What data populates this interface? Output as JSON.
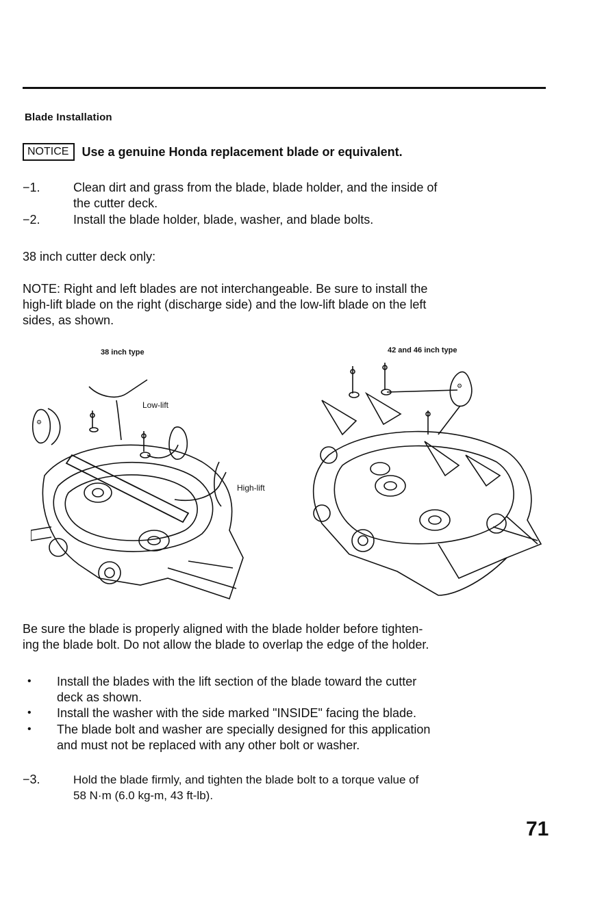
{
  "section": {
    "title": "Blade Installation"
  },
  "notice": {
    "box_label": "NOTICE",
    "text": "Use a genuine Honda replacement blade or equivalent."
  },
  "steps_top": [
    {
      "num": "−1.",
      "line1": "Clean dirt and grass from the blade, blade holder, and the inside of",
      "line2": "the cutter deck."
    },
    {
      "num": "−2.",
      "line1": "Install the blade holder, blade, washer, and blade bolts."
    }
  ],
  "deck_only": "38 inch cutter deck only:",
  "note": {
    "lines": [
      "NOTE:  Right and left blades are not interchangeable. Be sure to install the",
      "high-lift blade on the right (discharge side) and the low-lift blade on the left",
      "sides, as shown."
    ]
  },
  "figure": {
    "left_caption": "38 inch type",
    "right_caption": "42 and 46 inch type",
    "label_low_lift": "Low-lift",
    "label_high_lift": "High-lift"
  },
  "align_para": {
    "line1": "Be sure the blade is properly aligned with the blade holder before tighten-",
    "line2": "ing the blade bolt. Do not allow the blade to overlap the edge of the holder."
  },
  "bullets": [
    {
      "line1": "Install the blades with the lift section of the blade toward the cutter",
      "line2": "deck as shown."
    },
    {
      "line1": "Install the washer with the side marked \"INSIDE\" facing the blade."
    },
    {
      "line1": "The blade bolt and washer are specially designed for this application",
      "line2": "and must not be replaced with any other bolt or washer."
    }
  ],
  "step3": {
    "num": "−3.",
    "line1": "Hold the blade firmly, and tighten the blade bolt to a torque value of",
    "line2": "58 N·m (6.0 kg-m, 43 ft-lb)."
  },
  "page_number": "71"
}
